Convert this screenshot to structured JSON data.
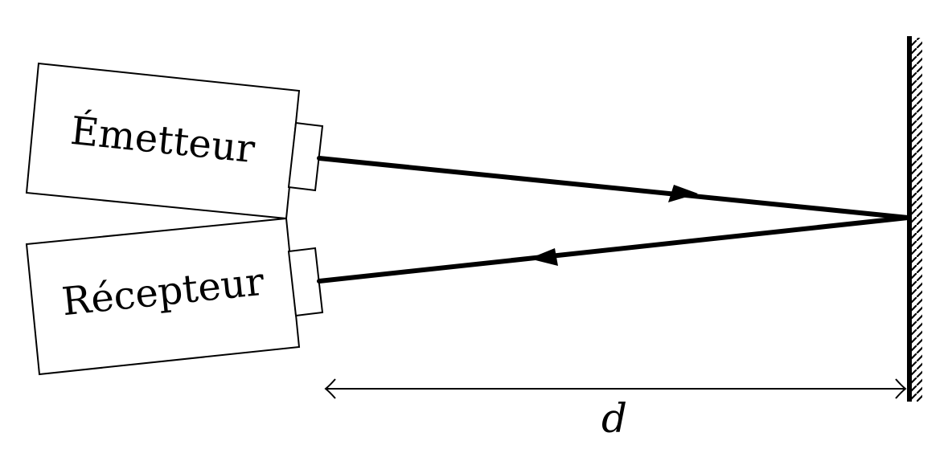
{
  "labels": {
    "emitter": "Émetteur",
    "receiver": "Récepteur",
    "distance": "d"
  },
  "colors": {
    "ink": "#000000",
    "background": "#ffffff"
  }
}
